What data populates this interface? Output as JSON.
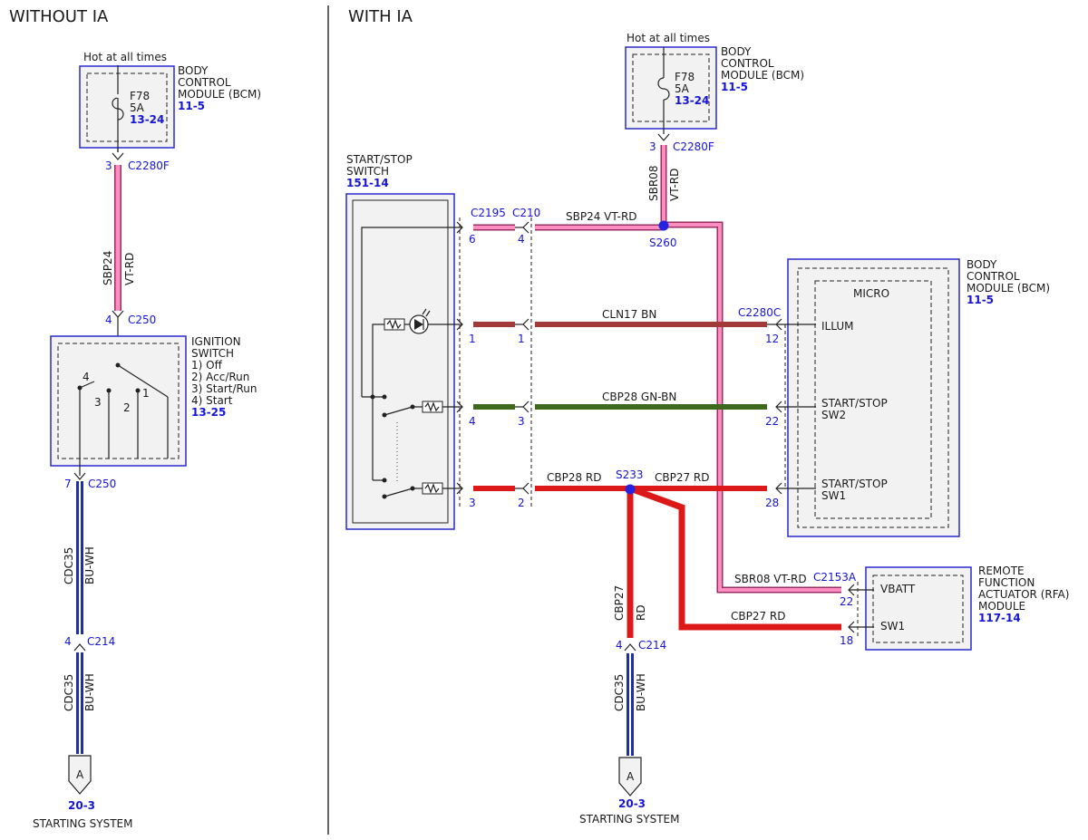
{
  "headers": {
    "left": "WITHOUT IA",
    "right": "WITH IA"
  },
  "colors": {
    "vt_rd": "#e0609c",
    "bu_wh": "#1f2fa8",
    "bn": "#a33a3a",
    "gn_bn": "#3e6a1e",
    "rd": "#dd1818",
    "reference": "#1515d6",
    "splice": "#2424e0"
  },
  "left": {
    "hot_label": "Hot at all times",
    "bcm_label": [
      "BODY",
      "CONTROL",
      "MODULE (BCM)"
    ],
    "bcm_ref": "11-5",
    "fuse_name": "F78",
    "fuse_rating": "5A",
    "fuse_ref": "13-24",
    "c2280f_pin": "3",
    "c2280f": "C2280F",
    "wire1_circuit": "SBP24",
    "wire1_color": "VT-RD",
    "c250_top_pin": "4",
    "c250_top": "C250",
    "ign_label": [
      "IGNITION",
      "SWITCH",
      "1) Off",
      "2) Acc/Run",
      "3) Start/Run",
      "4) Start"
    ],
    "ign_ref": "13-25",
    "ign_pos": [
      "4",
      "3",
      "2",
      "1"
    ],
    "c250_bot_pin": "7",
    "c250_bot": "C250",
    "wire2_circuit": "CDC35",
    "wire2_color": "BU-WH",
    "c214_pin": "4",
    "c214": "C214",
    "wire3_circuit": "CDC35",
    "wire3_color": "BU-WH",
    "off_page": "A",
    "dest_ref": "20-3",
    "dest_label": "STARTING SYSTEM"
  },
  "right": {
    "hot_label": "Hot at all times",
    "bcm_top_label": [
      "BODY",
      "CONTROL",
      "MODULE (BCM)"
    ],
    "bcm_top_ref": "11-5",
    "fuse_name": "F78",
    "fuse_rating": "5A",
    "fuse_ref": "13-24",
    "c2280f_pin": "3",
    "c2280f": "C2280F",
    "sbr08_circuit": "SBR08",
    "sbr08_color": "VT-RD",
    "ss_label": [
      "START/STOP",
      "SWITCH"
    ],
    "ss_ref": "151-14",
    "c2195": "C2195",
    "c210": "C210",
    "sbp24_label": "SBP24  VT-RD",
    "s260": "S260",
    "pin_c2195_top": "6",
    "pin_c210_top": "4",
    "cln17_label": "CLN17  BN",
    "c2280c": "C2280C",
    "cbp28_gn_label": "CBP28  GN-BN",
    "cbp28_rd_label": "CBP28  RD",
    "s233": "S233",
    "cbp27_rd_label": "CBP27  RD",
    "row_pins_left": [
      "1",
      "4",
      "3"
    ],
    "row_pins_mid": [
      "1",
      "3",
      "2"
    ],
    "bcm_pins": [
      "12",
      "22",
      "28"
    ],
    "bcm_label": [
      "BODY",
      "CONTROL",
      "MODULE (BCM)"
    ],
    "bcm_ref": "11-5",
    "micro": "MICRO",
    "illum": "ILLUM",
    "sw2": [
      "START/STOP",
      "SW2"
    ],
    "sw1": [
      "START/STOP",
      "SW1"
    ],
    "sbr08_low_label": "SBR08  VT-RD",
    "c2153a": "C2153A",
    "cbp27_low_label": "CBP27  RD",
    "rfa_pins": [
      "22",
      "18"
    ],
    "vbatt": "VBATT",
    "rfa_sw1": "SW1",
    "rfa_label": [
      "REMOTE",
      "FUNCTION",
      "ACTUATOR (RFA)",
      "MODULE"
    ],
    "rfa_ref": "117-14",
    "cbp27_vert_circuit": "CBP27",
    "cbp27_vert_color": "RD",
    "c214_pin": "4",
    "c214": "C214",
    "cdc35_circuit": "CDC35",
    "cdc35_color": "BU-WH",
    "off_page": "A",
    "dest_ref": "20-3",
    "dest_label": "STARTING SYSTEM"
  }
}
